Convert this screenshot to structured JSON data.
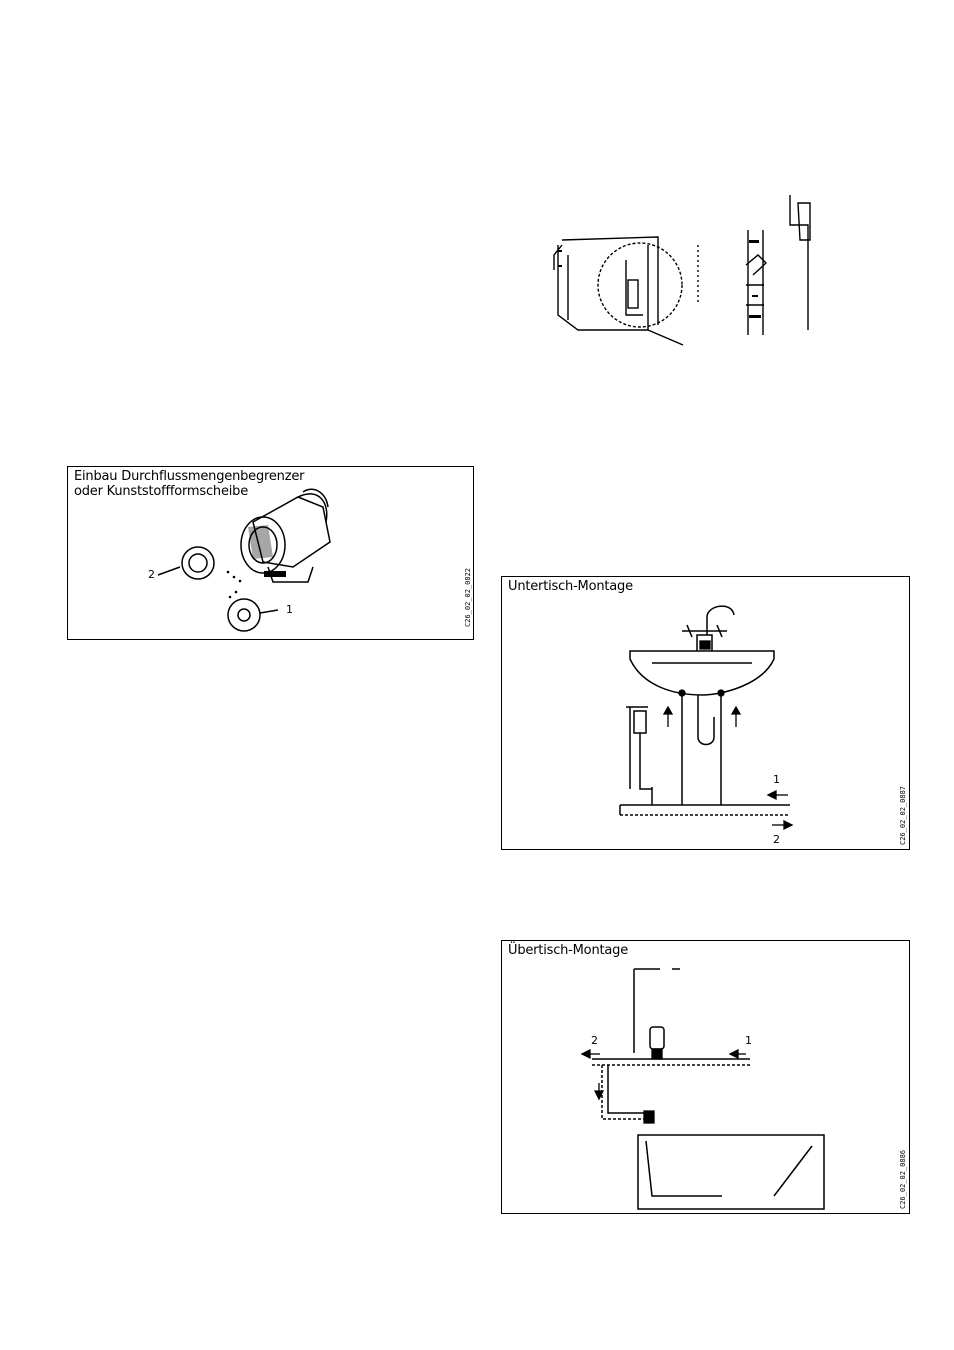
{
  "figures": {
    "flow_limiter": {
      "title": "Einbau Durchflussmengenbegrenzer\noder Kunststoffformscheibe",
      "code": "C26_02_02_0822",
      "callouts": [
        "2",
        "1"
      ]
    },
    "under_sink": {
      "title": "Untertisch-Montage",
      "code": "C26_02_02_0887",
      "callouts": [
        "1",
        "2"
      ]
    },
    "over_sink": {
      "title": "Übertisch-Montage",
      "code": "C26_02_02_0886",
      "callouts": [
        "2",
        "1"
      ]
    }
  }
}
